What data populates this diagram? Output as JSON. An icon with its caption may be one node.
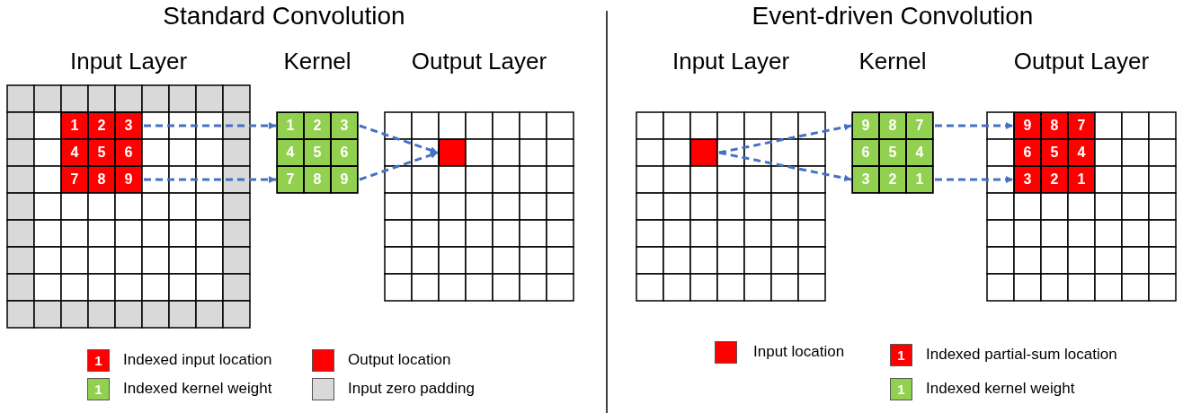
{
  "diagram": {
    "nodes": [
      {
        "text": [
          "Input Layer"
        ]
      },
      {
        "text": [
          "1"
        ],
        "in": 0
      },
      {
        "text": [
          "2"
        ],
        "in": 0
      },
      {
        "text": [
          "3"
        ],
        "in": 0
      },
      {
        "text": [
          "4"
        ],
        "in": 0
      },
      {
        "text": [
          "5"
        ],
        "in": 0
      },
      {
        "text": [
          "6"
        ],
        "in": 0
      },
      {
        "text": [
          "7"
        ],
        "in": 0
      },
      {
        "text": [
          "8"
        ],
        "in": 0
      },
      {
        "text": [
          "9"
        ],
        "in": 0
      },
      {
        "text": [
          "Kernel"
        ]
      },
      {
        "text": [
          "1"
        ],
        "in": 10
      },
      {
        "text": [
          "2"
        ],
        "in": 10
      },
      {
        "text": [
          "3"
        ],
        "in": 10
      },
      {
        "text": [
          "4"
        ],
        "in": 10
      },
      {
        "text": [
          "5"
        ],
        "in": 10
      },
      {
        "text": [
          "6"
        ],
        "in": 10
      },
      {
        "text": [
          "7"
        ],
        "in": 10
      },
      {
        "text": [
          "8"
        ],
        "in": 10
      },
      {
        "text": [
          "9"
        ],
        "in": 10
      },
      {
        "text": [
          "Output Layer"
        ]
      },
      {
        "text": [],
        "shape": "box",
        "in": 20
      },
      {
        "text": [
          "Input Layer"
        ]
      },
      {
        "text": [],
        "shape": "box",
        "in": 22
      },
      {
        "text": [
          "Kernel"
        ]
      },
      {
        "text": [
          "9"
        ],
        "in": 24
      },
      {
        "text": [
          "8"
        ],
        "in": 24
      },
      {
        "text": [
          "7"
        ],
        "in": 24
      },
      {
        "text": [
          "6"
        ],
        "in": 24
      },
      {
        "text": [
          "5"
        ],
        "in": 24
      },
      {
        "text": [
          "4"
        ],
        "in": 24
      },
      {
        "text": [
          "3"
        ],
        "in": 24
      },
      {
        "text": [
          "2"
        ],
        "in": 24
      },
      {
        "text": [
          "1"
        ],
        "in": 24
      },
      {
        "text": [
          "Output Layer"
        ]
      },
      {
        "text": [
          "9"
        ],
        "in": 34
      },
      {
        "text": [
          "8"
        ],
        "in": 34
      },
      {
        "text": [
          "7"
        ],
        "in": 34
      },
      {
        "text": [
          "6"
        ],
        "in": 34
      },
      {
        "text": [
          "5"
        ],
        "in": 34
      },
      {
        "text": [
          "4"
        ],
        "in": 34
      },
      {
        "text": [
          "3"
        ],
        "in": 34
      },
      {
        "text": [
          "2"
        ],
        "in": 34
      },
      {
        "text": [
          "1"
        ],
        "in": 34
      }
    ],
    "edges": [
      {
        "from": 3,
        "to": 11,
        "arrow": "to",
        "style": "dashed"
      },
      {
        "from": 9,
        "to": 17,
        "arrow": "to",
        "style": "dashed"
      },
      {
        "from": 13,
        "to": 21,
        "arrow": "to",
        "style": "dashed"
      },
      {
        "from": 19,
        "to": 21,
        "arrow": "to",
        "style": "dashed"
      },
      {
        "from": 23,
        "to": 25,
        "arrow": "to",
        "style": "dashed"
      },
      {
        "from": 23,
        "to": 31,
        "arrow": "to",
        "style": "dashed"
      },
      {
        "from": 27,
        "to": 35,
        "arrow": "to",
        "style": "dashed"
      },
      {
        "from": 33,
        "to": 41,
        "arrow": "to",
        "style": "dashed"
      }
    ],
    "labels": [
      "Standard Convolution",
      "Event-driven Convolution",
      "1",
      "1",
      "1",
      "1"
    ],
    "legend": [
      {
        "text": "Indexed input location",
        "color": "#ff0000"
      },
      {
        "text": "Output location",
        "color": "#ff0000"
      },
      {
        "text": "Indexed kernel weight",
        "color": "#92d050"
      },
      {
        "text": "Input zero padding",
        "color": "#d9d9d9"
      },
      {
        "text": "Input location",
        "color": "#ff0000"
      },
      {
        "text": "Indexed partial-sum location",
        "color": "#ff0000"
      },
      {
        "text": "Indexed kernel weight",
        "color": "#92d050"
      }
    ]
  }
}
